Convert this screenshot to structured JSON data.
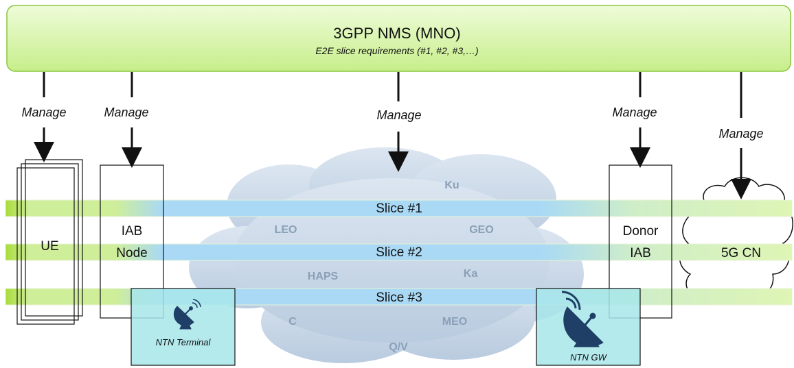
{
  "nms": {
    "title": "3GPP NMS (MNO)",
    "subtitle": "E2E slice requirements (#1, #2, #3,…)"
  },
  "manage_labels": [
    "Manage",
    "Manage",
    "Manage",
    "Manage",
    "Manage"
  ],
  "nodes": {
    "ue": "UE",
    "iab_line1": "IAB",
    "iab_line2": "Node",
    "donor_line1": "Donor",
    "donor_line2": "IAB",
    "core": "5G CN"
  },
  "slices": [
    "Slice #1",
    "Slice #2",
    "Slice #3"
  ],
  "satellite_terms": [
    "Ku",
    "LEO",
    "GEO",
    "HAPS",
    "Ka",
    "C",
    "MEO",
    "Q/V"
  ],
  "ntn": {
    "terminal": "NTN Terminal",
    "gateway": "NTN GW"
  },
  "colors": {
    "nms_fill": "#d6f5a8",
    "nms_border": "#8ac63c",
    "slice_green": "#b7e35f",
    "slice_blue": "#9fd6f5",
    "cloud_fill": "#ccd9e8",
    "ntn_fill": "#a6e3e8",
    "ntn_icon": "#1f3f66"
  }
}
